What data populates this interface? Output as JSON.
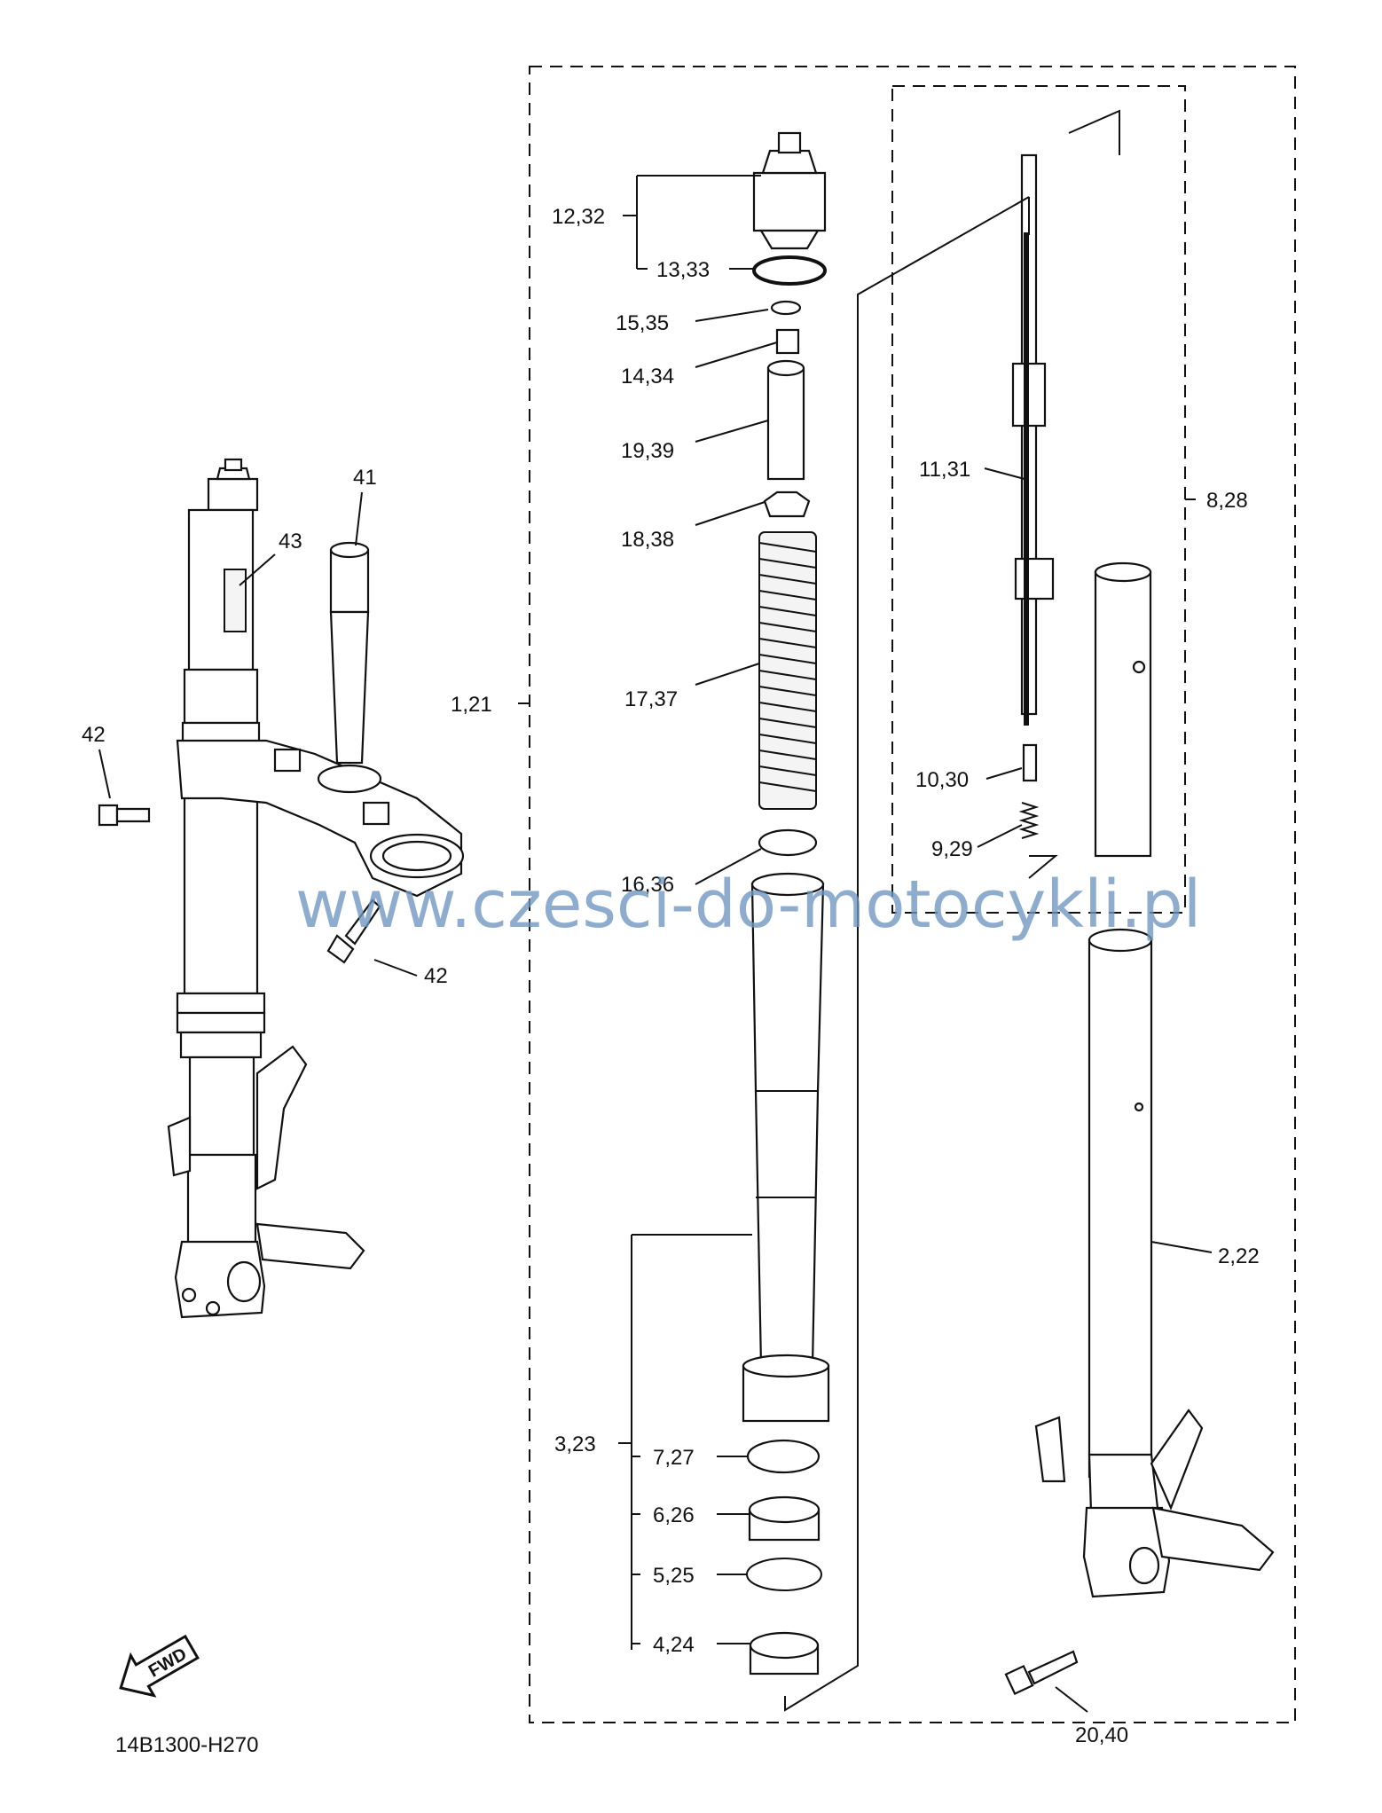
{
  "labels": {
    "l_12_32": "12,32",
    "l_13_33": "13,33",
    "l_15_35": "15,35",
    "l_14_34": "14,34",
    "l_19_39": "19,39",
    "l_18_38": "18,38",
    "l_17_37": "17,37",
    "l_1_21": "1,21",
    "l_16_36": "16,36",
    "l_11_31": "11,31",
    "l_8_28": "8,28",
    "l_10_30": "10,30",
    "l_9_29": "9,29",
    "l_2_22": "2,22",
    "l_3_23": "3,23",
    "l_7_27": "7,27",
    "l_6_26": "6,26",
    "l_5_25": "5,25",
    "l_4_24": "4,24",
    "l_20_40": "20,40",
    "l_41": "41",
    "l_43": "43",
    "l_42a": "42",
    "l_42b": "42"
  },
  "fwd_badge": "FWD",
  "diagram_code": "14B1300-H270",
  "watermark": "www.czesci-do-motocykli.pl"
}
